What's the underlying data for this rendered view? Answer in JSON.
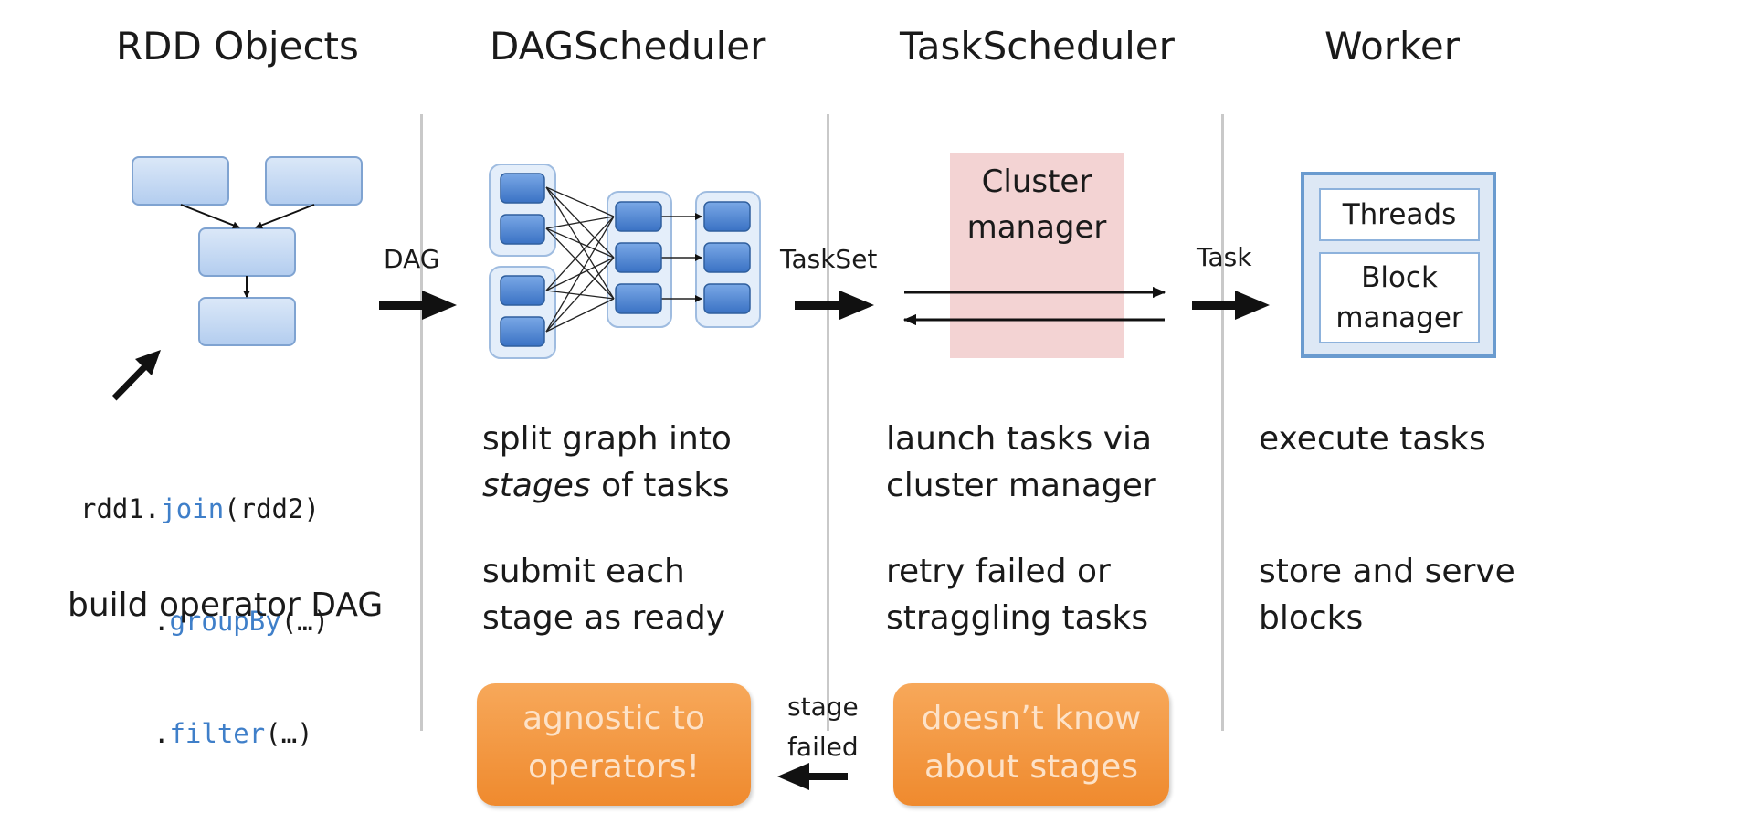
{
  "columns": {
    "rdd": {
      "title": "RDD Objects",
      "code": {
        "line1_prefix": "rdd1.",
        "line1_method": "join",
        "line1_args": "(rdd2)",
        "line2_prefix": ".",
        "line2_method": "groupBy",
        "line2_args": "(…)",
        "line3_prefix": ".",
        "line3_method": "filter",
        "line3_args": "(…)"
      },
      "desc": "build operator DAG"
    },
    "dag": {
      "title": "DAGScheduler",
      "desc1_line1": "split graph into",
      "desc1_italic": "stages",
      "desc1_rest": " of tasks",
      "desc2_line1": "submit each",
      "desc2_line2": "stage as ready",
      "callout_line1": "agnostic to",
      "callout_line2": "operators!"
    },
    "task": {
      "title": "TaskScheduler",
      "cluster_manager_line1": "Cluster",
      "cluster_manager_line2": "manager",
      "desc1_line1": "launch tasks via",
      "desc1_line2": "cluster manager",
      "desc2_line1": "retry failed or",
      "desc2_line2": "straggling tasks",
      "callout_line1": "doesn’t know",
      "callout_line2": "about stages"
    },
    "worker": {
      "title": "Worker",
      "threads": "Threads",
      "block_manager_line1": "Block",
      "block_manager_line2": "manager",
      "desc1": "execute tasks",
      "desc2_line1": "store and serve",
      "desc2_line2": "blocks"
    }
  },
  "arrows": {
    "dag": "DAG",
    "taskset": "TaskSet",
    "task": "Task",
    "stage_failed_line1": "stage",
    "stage_failed_line2": "failed"
  },
  "colors": {
    "node_fill": "#c5daf5",
    "node_stroke": "#7fa3d1",
    "task_fill": "#4f86d3",
    "stage_fill": "#e4eefa",
    "accent_orange": "#f39a44",
    "cluster_pink": "#f3d3d3",
    "code_keyword": "#3f7fc9"
  }
}
